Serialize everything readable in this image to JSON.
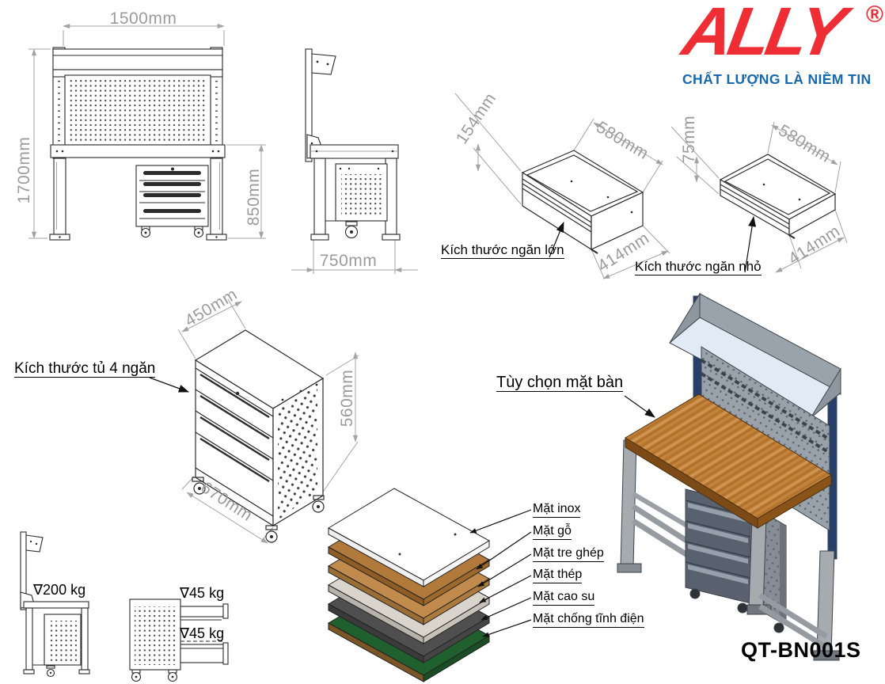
{
  "brand": {
    "name": "ALLY",
    "registered": "®",
    "tagline": "CHẤT LƯỢNG LÀ NIỀM TIN",
    "logo_color": "#ee2e34",
    "tagline_color": "#1668b0"
  },
  "product_code": "QT-BN001S",
  "views": {
    "front": {
      "width": "1500mm",
      "height": "1700mm",
      "worktop_height": "850mm"
    },
    "side": {
      "depth": "750mm"
    },
    "large_drawer": {
      "label": "Kích thước ngăn lớn",
      "height": "154mm",
      "depth": "580mm",
      "width": "414mm"
    },
    "small_drawer": {
      "label": "Kích thước ngăn nhỏ",
      "height": "75mm",
      "depth": "580mm",
      "width": "414mm"
    },
    "cabinet": {
      "label": "Kích thước tủ 4 ngăn",
      "depth": "450mm",
      "height": "560mm",
      "width": "670mm"
    }
  },
  "load_ratings": {
    "symbol": "∇",
    "bench": "200 kg",
    "top_drawer": "45 kg",
    "bottom_drawer": "45 kg"
  },
  "tabletop": {
    "label": "Tùy chọn mặt bàn",
    "layers": [
      {
        "name": "Mặt inox",
        "color": "#ffffff"
      },
      {
        "name": "Mặt gỗ",
        "color": "#b1793a"
      },
      {
        "name": "Mặt tre ghép",
        "color": "#c08b4d"
      },
      {
        "name": "Mặt thép",
        "color": "#d9d5cc"
      },
      {
        "name": "Mặt cao su",
        "color": "#4f4f4f"
      },
      {
        "name": "Mặt chống tĩnh điện",
        "color": "#20602e"
      }
    ]
  }
}
